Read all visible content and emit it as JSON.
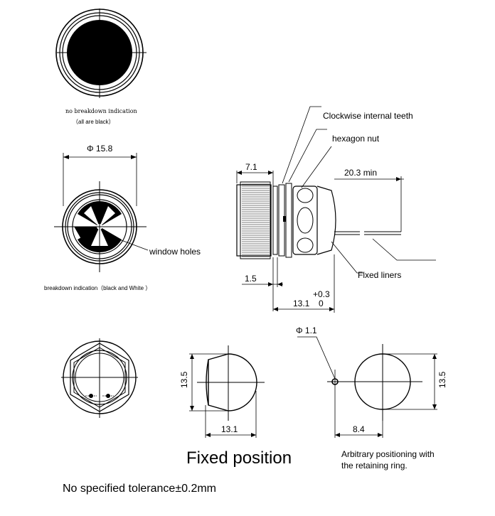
{
  "labels": {
    "no_breakdown_line1": "no breakdown indication",
    "no_breakdown_line2": "（all  are black）",
    "diameter_15_8": "Φ 15.8",
    "window_holes": "window holes",
    "breakdown_indication": "breakdown  indication（black and White  ）",
    "clockwise_teeth": "Clockwise internal teeth",
    "hexagon_nut": "hexagon nut",
    "dim_7_1": "7.1",
    "dim_20_3": "20.3 min",
    "dim_1_5": "1.5",
    "fixed_liners": "Fixed liners",
    "tol_plus": "+0.3",
    "dim_13_1_side": "13.1",
    "tol_zero": "0",
    "diameter_1_1": "Φ 1.1",
    "dim_13_5_left": "13.5",
    "dim_13_1_bottom": "13.1",
    "dim_8_4": "8.4",
    "dim_13_5_right": "13.5",
    "fixed_position": "Fixed position",
    "arbitrary_line1": "Arbitrary positioning with",
    "arbitrary_line2": "the retaining ring.",
    "tolerance_note": "No specified tolerance±0.2mm"
  },
  "colors": {
    "ink": "#000000",
    "paper": "#ffffff"
  }
}
